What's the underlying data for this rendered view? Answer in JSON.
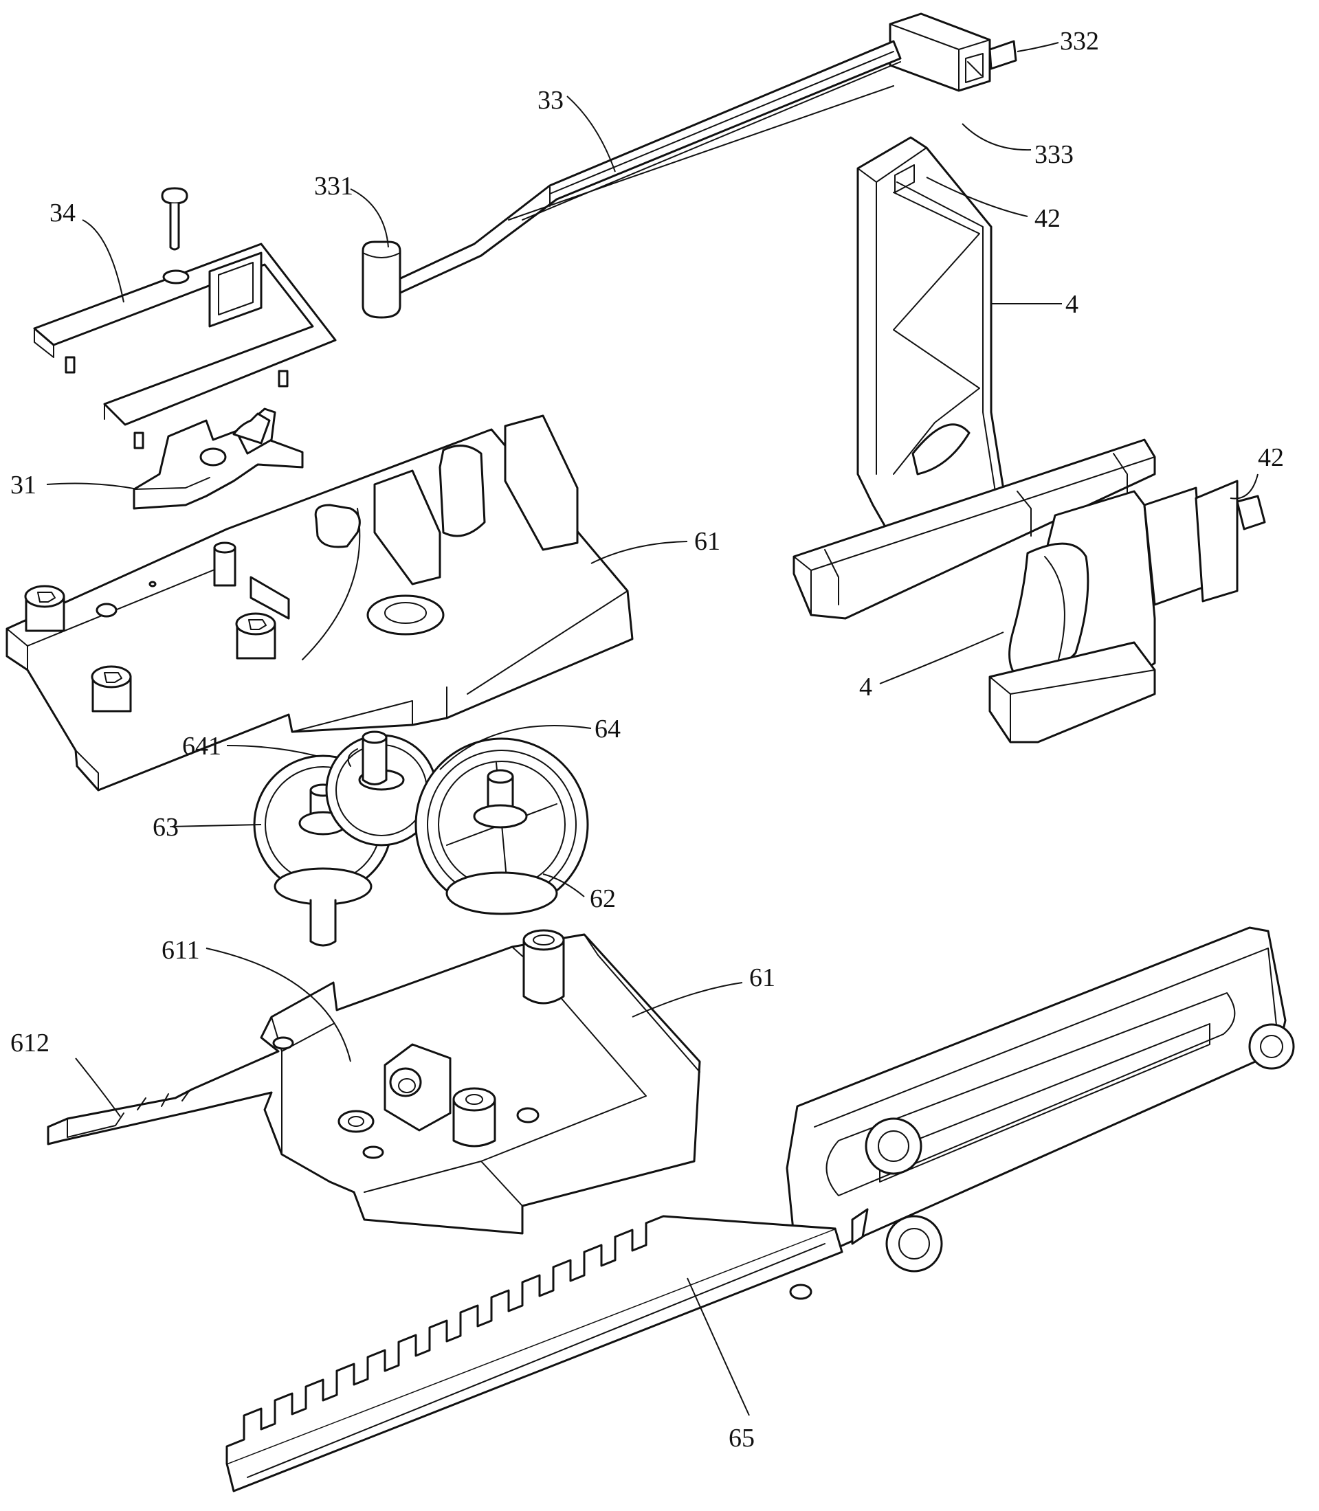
{
  "labels": {
    "l332": "332",
    "l33": "33",
    "l333": "333",
    "l331": "331",
    "l34": "34",
    "l42a": "42",
    "l4a": "4",
    "l31": "31",
    "l42b": "42",
    "l61a": "61",
    "l4b": "4",
    "l641": "641",
    "l64": "64",
    "l63": "63",
    "l62": "62",
    "l611": "611",
    "l61b": "61",
    "l612": "612",
    "l65": "65"
  }
}
